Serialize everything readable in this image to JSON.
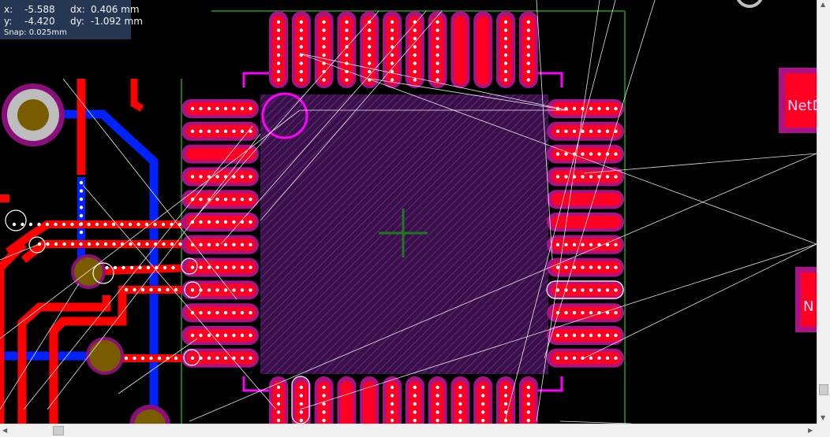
{
  "readout": {
    "x_label": "x:",
    "x_value": "-5.588",
    "dx_label": "dx:",
    "dx_value": "0.406 mm",
    "y_label": "y:",
    "y_value": "-4.420",
    "dy_label": "dy:",
    "dy_value": "-1.092 mm",
    "snap": "Snap: 0.025mm"
  },
  "components": {
    "right_label_1": "NetD",
    "right_label_2": "N"
  },
  "colors": {
    "board_bg": "#000000",
    "pad_red": "#ff0022",
    "pad_outline": "#aa1288",
    "silk_magenta": "#ff00ff",
    "trace_red": "#ff0000",
    "trace_blue": "#0022ff",
    "ratsnest": "#ffffff",
    "board_edge_green": "#107a10",
    "via_gold": "#7a5c00",
    "via_ring_gray": "#bdbdbd"
  },
  "scrollbars": {
    "up_arrow": "▲",
    "down_arrow": "▼",
    "left_arrow": "◀",
    "right_arrow": "▶"
  }
}
